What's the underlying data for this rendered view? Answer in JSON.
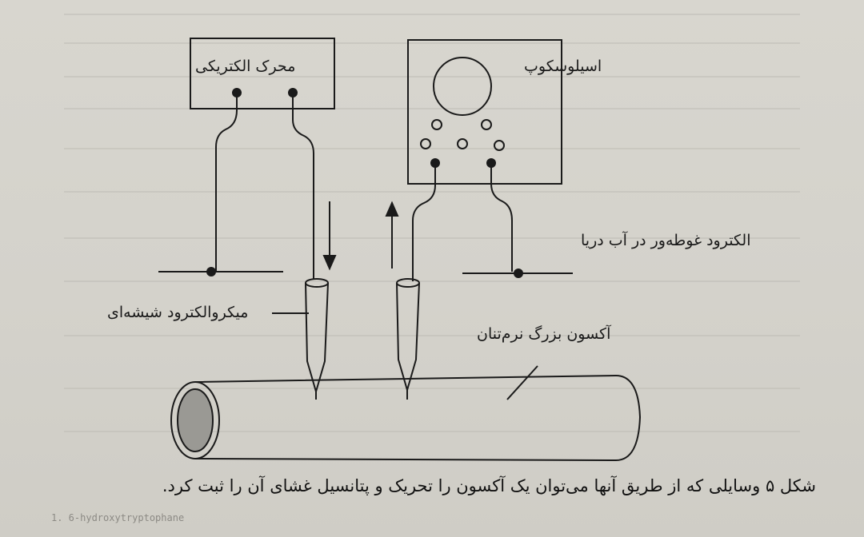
{
  "figure": {
    "labels": {
      "motor": "محرک الکتریکی",
      "oscilloscope": "اسیلوسکوپ",
      "bath_electrode": "الکترود غوطه‌ور در آب دریا",
      "microelectrode": "میکروالکترود شیشه‌ای",
      "axon": "آکسون بزرگ نرم‌تنان"
    },
    "caption": "شکل ۵  وسایلی که از طریق آنها می‌توان یک آکسون را تحریک و پتانسیل غشای آن را ثبت کرد.",
    "bleed_text": "1. 6-hydroxytryptophane"
  },
  "colors": {
    "ink": "#1a1a1a",
    "paper": "#d6d4cd",
    "axon_core": "#9a9994"
  }
}
